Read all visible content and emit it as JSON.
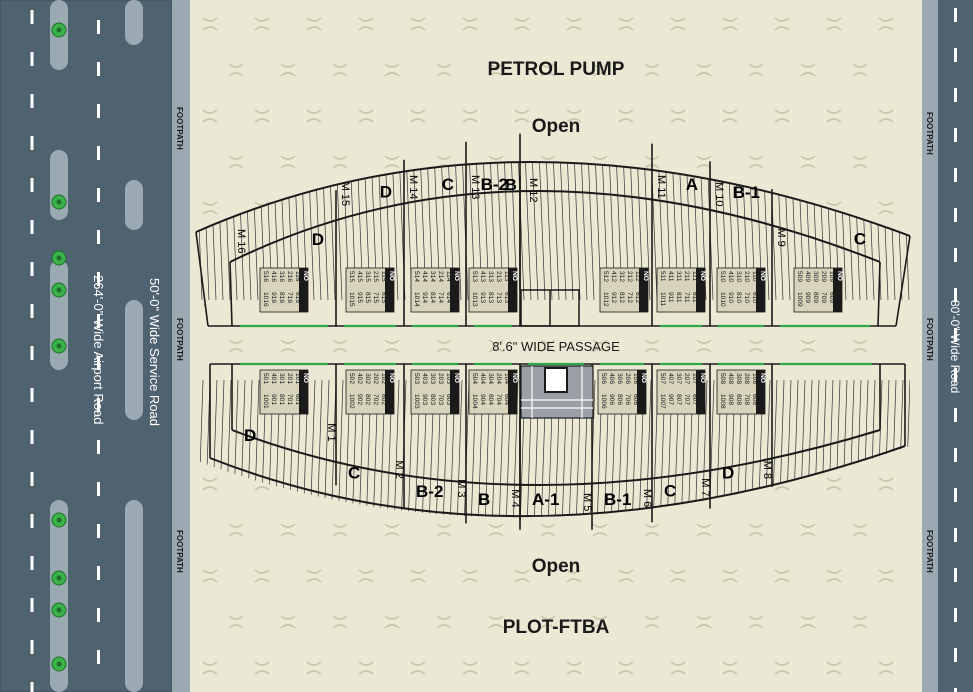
{
  "labels": {
    "petrol_pump": "PETROL PUMP",
    "open_top": "Open",
    "open_bottom": "Open",
    "plot": "PLOT-FTBA",
    "passage": "8'.6\" WIDE PASSAGE",
    "airport_road": "264'-0\" Wide Airport Road",
    "service_road": "50'-0\" Wide Service Road",
    "right_road": "80'-0\" Wide Road",
    "footpath": "FOOTPATH"
  },
  "upper_units": [
    {
      "m": "M 16",
      "type": "D",
      "cols": [
        [
          "NO",
          "116",
          "216",
          "316",
          "416",
          "516"
        ],
        [
          "",
          "616",
          "716",
          "816",
          "916",
          "1016"
        ]
      ]
    },
    {
      "m": "M 15",
      "type": "D",
      "cols": [
        [
          "NO",
          "115",
          "215",
          "315",
          "415",
          "515"
        ],
        [
          "",
          "615",
          "715",
          "815",
          "915",
          "1015"
        ]
      ]
    },
    {
      "m": "M 14",
      "type": "C",
      "cols": [
        [
          "NO",
          "114",
          "214",
          "314",
          "414",
          "514"
        ],
        [
          "",
          "614",
          "714",
          "814",
          "914",
          "1014"
        ]
      ]
    },
    {
      "m": "M 13",
      "type": "B-2",
      "cols": [
        [
          "NO",
          "113",
          "213",
          "313",
          "413",
          "513"
        ],
        [
          "",
          "613",
          "713",
          "813",
          "913",
          "1013"
        ]
      ]
    },
    {
      "m": "M 12",
      "type": "B",
      "cols": []
    },
    {
      "m": "M 11",
      "type": "A",
      "cols": [
        [
          "NO",
          "112",
          "212",
          "312",
          "412",
          "512"
        ],
        [
          "",
          "612",
          "712",
          "812",
          "912",
          "1012"
        ]
      ]
    },
    {
      "m": "M 10",
      "type": "B-1",
      "cols": [
        [
          "NO",
          "111",
          "211",
          "311",
          "411",
          "511"
        ],
        [
          "",
          "611",
          "711",
          "811",
          "911",
          "1011"
        ]
      ]
    },
    {
      "m": "M 9",
      "type": "C",
      "cols": [
        [
          "NO",
          "110",
          "210",
          "310",
          "410",
          "510"
        ],
        [
          "",
          "610",
          "710",
          "810",
          "910",
          "1010"
        ]
      ]
    },
    {
      "m": "",
      "type": "D",
      "cols": [
        [
          "NO",
          "109",
          "209",
          "309",
          "409",
          "509"
        ],
        [
          "",
          "609",
          "709",
          "809",
          "909",
          "1009"
        ]
      ]
    }
  ],
  "lower_units": [
    {
      "m": "M 1",
      "type": "D",
      "cols": [
        [
          "NO",
          "101",
          "201",
          "301",
          "401",
          "501"
        ],
        [
          "",
          "601",
          "701",
          "801",
          "901",
          "1001"
        ]
      ]
    },
    {
      "m": "M 2",
      "type": "C",
      "cols": [
        [
          "NO",
          "102",
          "202",
          "302",
          "402",
          "502"
        ],
        [
          "",
          "602",
          "702",
          "802",
          "902",
          "1002"
        ]
      ]
    },
    {
      "m": "M 3",
      "type": "B-2",
      "cols": [
        [
          "NO",
          "103",
          "203",
          "303",
          "403",
          "503"
        ],
        [
          "",
          "603",
          "703",
          "803",
          "903",
          "1003"
        ]
      ]
    },
    {
      "m": "M 4",
      "type": "B",
      "cols": [
        [
          "NO",
          "104",
          "204",
          "304",
          "404",
          "504"
        ],
        [
          "",
          "604",
          "704",
          "804",
          "904",
          "1004"
        ]
      ]
    },
    {
      "m": "M 5",
      "type": "A-1",
      "cols": [
        [
          "NO",
          "105",
          "205",
          "305",
          "405",
          "505"
        ],
        [
          "",
          "605",
          "705",
          "805",
          "905",
          "1005"
        ]
      ]
    },
    {
      "m": "M 6",
      "type": "B-1",
      "cols": [
        [
          "NO",
          "106",
          "206",
          "306",
          "406",
          "506"
        ],
        [
          "",
          "606",
          "706",
          "806",
          "906",
          "1006"
        ]
      ]
    },
    {
      "m": "M 7",
      "type": "C",
      "cols": [
        [
          "NO",
          "107",
          "207",
          "307",
          "407",
          "507"
        ],
        [
          "",
          "607",
          "707",
          "807",
          "907",
          "1007"
        ]
      ]
    },
    {
      "m": "M 8",
      "type": "D",
      "cols": [
        [
          "NO",
          "108",
          "208",
          "308",
          "408",
          "508"
        ],
        [
          "",
          "608",
          "708",
          "808",
          "908",
          "1008"
        ]
      ]
    }
  ],
  "colors": {
    "road": "#4f6270",
    "footpath": "#9ba9b3",
    "ground": "#ebe9d3",
    "unit_box": "#d8d4bc",
    "line": "#1a1a1a",
    "door": "#2fa84a",
    "tree": "#3bb34a"
  },
  "icons": {
    "tree": "tree-icon",
    "stair": "stair-icon",
    "motif": "ground-pattern-icon"
  }
}
